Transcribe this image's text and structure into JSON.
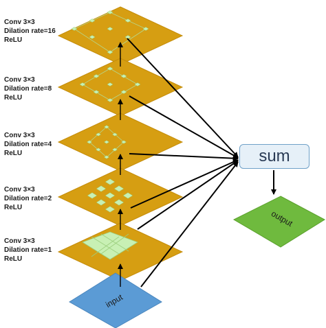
{
  "layers": [
    {
      "line1": "Conv 3×3",
      "line2": "Dilation rate=16",
      "line3": "ReLU"
    },
    {
      "line1": "Conv 3×3",
      "line2": "Dilation rate=8",
      "line3": "ReLU"
    },
    {
      "line1": "Conv 3×3",
      "line2": "Dilation rate=4",
      "line3": "ReLU"
    },
    {
      "line1": "Conv 3×3",
      "line2": "Dilation rate=2",
      "line3": "ReLU"
    },
    {
      "line1": "Conv 3×3",
      "line2": "Dilation rate=1",
      "line3": "ReLU"
    }
  ],
  "sum": {
    "label": "sum"
  },
  "input": {
    "label": "input"
  },
  "output": {
    "label": "output"
  },
  "colors": {
    "layer_fill": "#d69e12",
    "layer_stroke": "#c48c0a",
    "node_fill": "#c8f0b4",
    "input_fill": "#5b9bd5",
    "output_fill": "#6fba3e",
    "arrow": "#000000"
  }
}
